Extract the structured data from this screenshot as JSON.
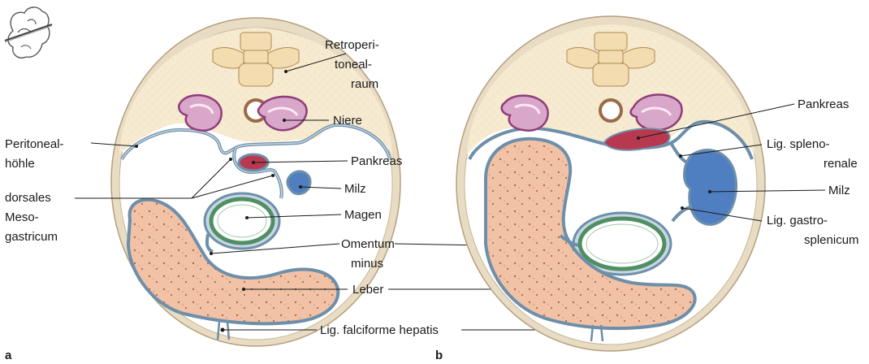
{
  "panel_a": {
    "letter": "a",
    "labels": {
      "retro_1": "Retroperi-",
      "retro_2": "toneal-",
      "retro_3": "raum",
      "niere": "Niere",
      "peri_1": "Peritoneal-",
      "peri_2": "höhle",
      "pankreas": "Pankreas",
      "dors_1": "dorsales",
      "dors_2": "Meso-",
      "dors_3": "gastricum",
      "milz": "Milz",
      "magen": "Magen",
      "omentum_1": "Omentum",
      "omentum_2": "minus",
      "leber": "Leber",
      "falciforme": "Lig. falciforme hepatis"
    }
  },
  "panel_b": {
    "letter": "b",
    "labels": {
      "pankreas": "Pankreas",
      "spleno_1": "Lig. spleno-",
      "spleno_2": "renale",
      "milz": "Milz",
      "gastro_1": "Lig. gastro-",
      "gastro_2": "splenicum"
    }
  },
  "colors": {
    "body_wall": "#e9dcc4",
    "retroperitoneum": "#f6ead0",
    "peritoneum": "#6d8fa9",
    "kidney": "#d9a7c9",
    "pancreas": "#b8384f",
    "spleen": "#4f7fc0",
    "stomach": "#4f8f63",
    "liver": "#f2c2a6"
  }
}
